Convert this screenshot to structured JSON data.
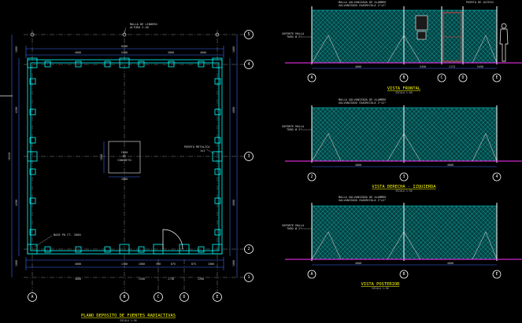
{
  "plan": {
    "title": "PLANO DEPOSITO DE FUENTES RADIACTIVAS",
    "scale": "ESCALA 1:50",
    "top_note": [
      "MALLA DE LINDERO",
      "ALTURA 2.40"
    ],
    "puerta_note": [
      "PUERTA METALICA",
      "1x2"
    ],
    "base_note": "BASE PO CT. 2000",
    "center_box": [
      "CAJA",
      "DE",
      "CONCRETO"
    ],
    "center_box_dims": {
      "w": "1000",
      "h": "1000"
    },
    "top_dims": {
      "overall": "8400",
      "segments": [
        "4000",
        "5400",
        "3800",
        "4000"
      ]
    },
    "bottom_dims": {
      "overall": "8000",
      "segments": [
        "4000",
        "1700",
        "1000",
        "500",
        "875",
        "875",
        "1000"
      ]
    },
    "bottom_axis_dims": [
      "4000",
      "1440",
      "1710",
      "1200"
    ],
    "left_dims": {
      "overall": "10420",
      "segments": [
        "1000",
        "4200",
        "4200",
        "1000"
      ]
    },
    "right_dims": [
      "1000",
      "4000",
      "4000",
      "1000"
    ],
    "axes_x": [
      "A",
      "B",
      "C",
      "D",
      "E"
    ],
    "axes_y": [
      "5",
      "4",
      "3",
      "2",
      "1"
    ]
  },
  "elevations": [
    {
      "title": "VISTA FRONTAL",
      "scale": "ESCALA 1:50",
      "notes": [
        "MALLA GALVANIZADA DE ALAMBRE",
        "GALVANIZADO CUADRICULA 2\"x2\""
      ],
      "door_note": "PUERTA DE ACCESO",
      "side_note": [
        "SOPORTE MALLA",
        "TUBO Ø 2\""
      ],
      "axes": [
        "A",
        "B",
        "C",
        "D",
        "E"
      ],
      "dims": [
        "4000",
        "5450",
        "1174",
        "5450"
      ]
    },
    {
      "title": "VISTA DERECHA - IZQUIERDA",
      "scale": "ESCALA 1:50",
      "notes": [
        "MALLA GALVANIZADA DE ALAMBRE",
        "GALVANIZADO CUADRICULA 2\"x2\""
      ],
      "side_note": [
        "SOPORTE MALLA",
        "TUBO Ø 2\""
      ],
      "axes": [
        "2",
        "3",
        "4"
      ],
      "dims": [
        "4000",
        "4000"
      ]
    },
    {
      "title": "VISTA POSTERIOR",
      "scale": "ESCALA 1:50",
      "notes": [
        "MALLA GALVANIZADA DE ALAMBRE",
        "GALVANIZADO CUADRICULA 2\"x2\""
      ],
      "side_note": [
        "SOPORTE MALLA",
        "TUBO Ø 2\""
      ],
      "axes": [
        "A",
        "B",
        "E"
      ],
      "dims": [
        "4000",
        "4000"
      ]
    }
  ],
  "colors": {
    "background": "#000000",
    "wall": "#00e5e5",
    "dims": "#3e6cff",
    "ground": "#ff33ff",
    "title": "#ffff00"
  }
}
